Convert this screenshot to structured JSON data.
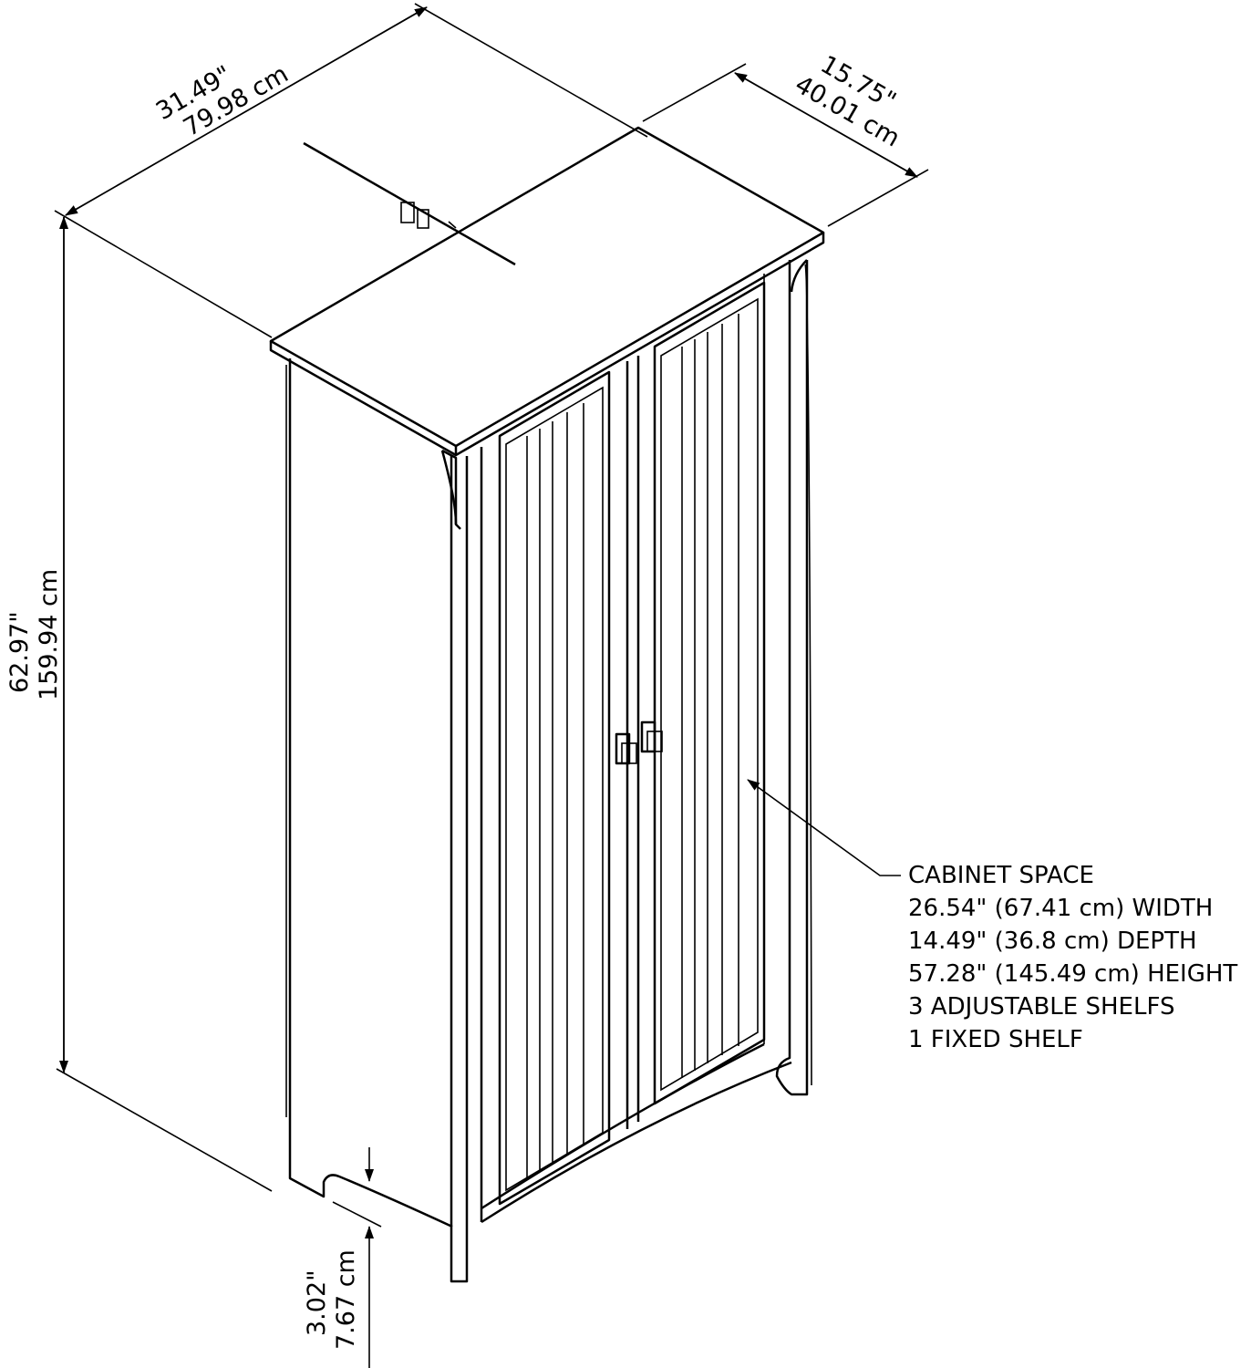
{
  "dimensions": {
    "width": {
      "in": "31.49\"",
      "cm": "79.98 cm"
    },
    "depth": {
      "in": "15.75\"",
      "cm": "40.01 cm"
    },
    "height": {
      "in": "62.97\"",
      "cm": "159.94 cm"
    },
    "foot_clearance": {
      "in": "3.02\"",
      "cm": "7.67 cm"
    }
  },
  "cabinet_space": {
    "title": "CABINET SPACE",
    "lines": [
      "26.54\" (67.41 cm) WIDTH",
      "14.49\" (36.8 cm) DEPTH",
      "57.28\" (145.49 cm) HEIGHT",
      "3 ADJUSTABLE SHELFS",
      "1 FIXED SHELF"
    ]
  }
}
